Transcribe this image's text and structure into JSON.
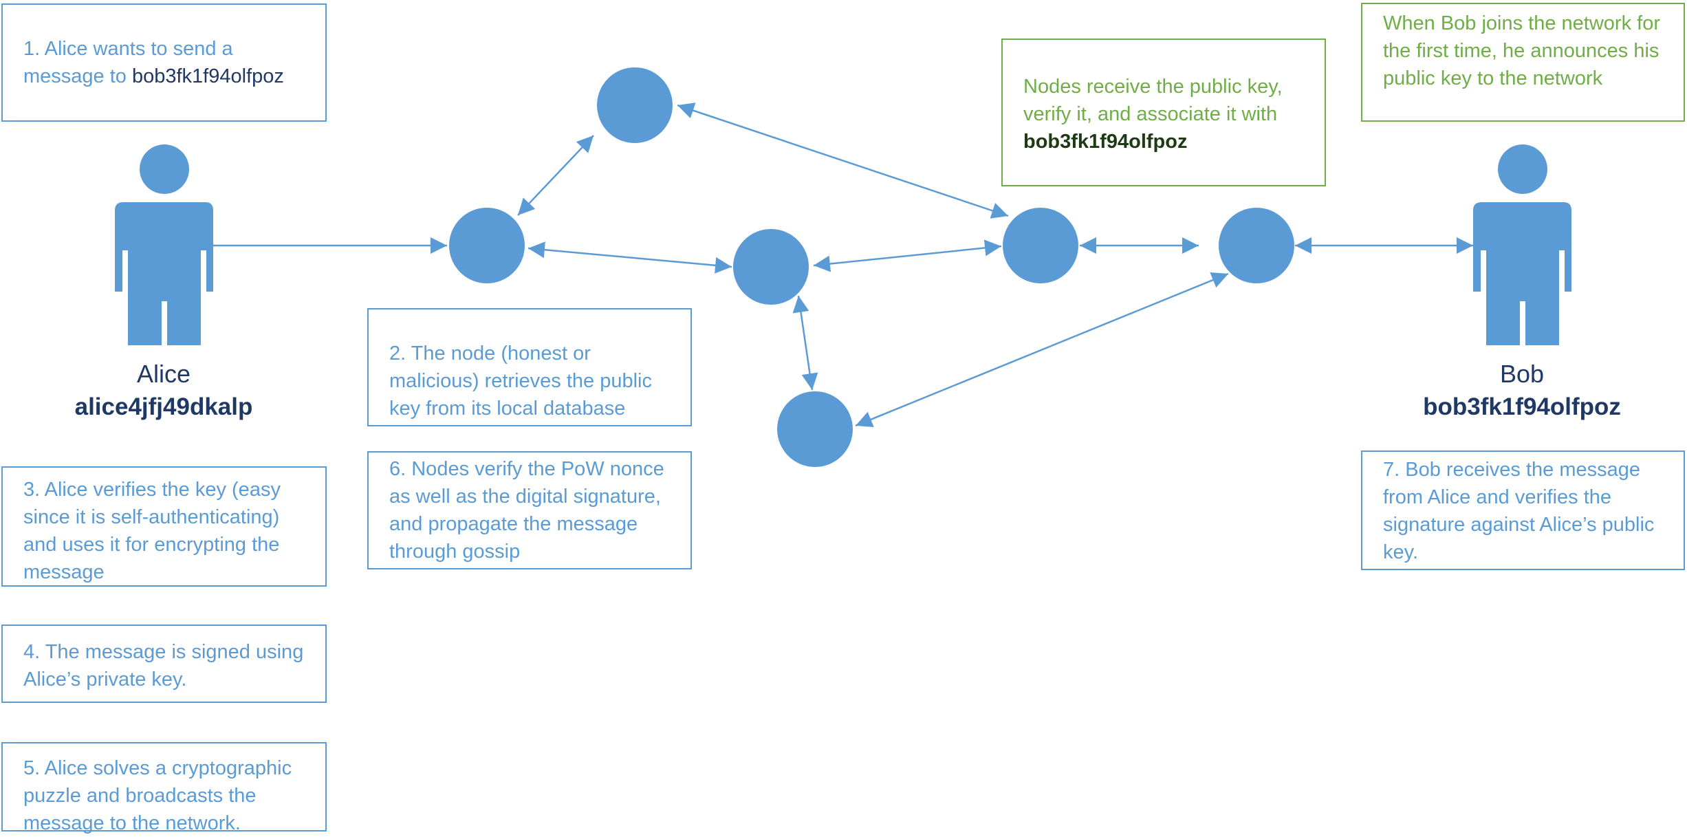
{
  "colors": {
    "node": "#5b9bd5",
    "person": "#5b9bd5",
    "edge": "#5b9bd5",
    "box_blue": "#5b9bd5",
    "box_green": "#70ad47",
    "label_dark": "#1f3864"
  },
  "people": {
    "alice": {
      "name": "Alice",
      "id": "alice4jfj49dkalp",
      "icon": "person-icon"
    },
    "bob": {
      "name": "Bob",
      "id": "bob3fk1f94olfpoz",
      "icon": "person-icon"
    }
  },
  "boxes": {
    "step1": {
      "text": "1. Alice wants to send a message to ",
      "address": "bob3fk1f94olfpoz"
    },
    "step2": {
      "text": "2. The node (honest or malicious) retrieves the public key from its local database"
    },
    "step3": {
      "text": "3. Alice verifies the key (easy since it is self-authenticating) and uses it for encrypting the message"
    },
    "step4": {
      "text": "4. The message is signed using Alice’s private key."
    },
    "step5": {
      "text": "5. Alice solves a cryptographic puzzle and broadcasts the message to the network."
    },
    "step6": {
      "text": "6. Nodes verify the PoW nonce as well as the digital signature, and propagate the message through gossip"
    },
    "step7": {
      "text": "7. Bob receives the message from Alice and verifies the signature against Alice’s public key."
    },
    "nodes_receive": {
      "text": "Nodes receive the public key, verify it, and associate it with ",
      "address": "bob3fk1f94olfpoz"
    },
    "bob_joins": {
      "text": "When Bob joins the network for the first time, he announces his public key to the network"
    }
  }
}
